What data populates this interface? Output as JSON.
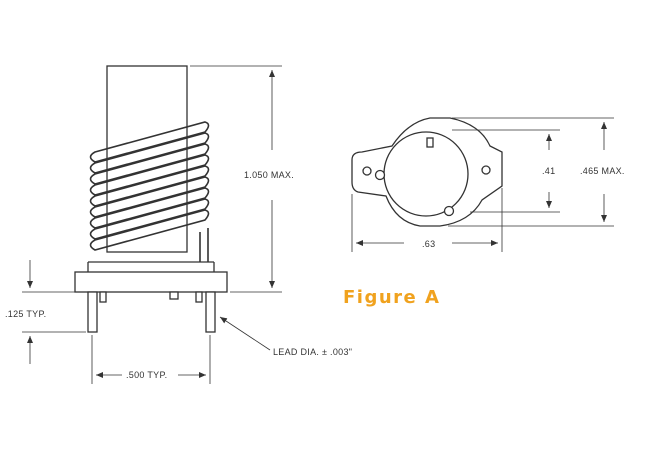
{
  "figure_label": "Figure A",
  "dimensions": {
    "height_max": "1.050 MAX.",
    "lead_spacing": ".125 TYP.",
    "lead_pitch": ".500 TYP.",
    "lead_dia": "LEAD DIA. ± .003\"",
    "top_height_a": ".41",
    "top_height_b": ".465 MAX.",
    "top_width": ".63"
  },
  "colors": {
    "line": "#333333",
    "figure_label": "#f0a21e"
  }
}
